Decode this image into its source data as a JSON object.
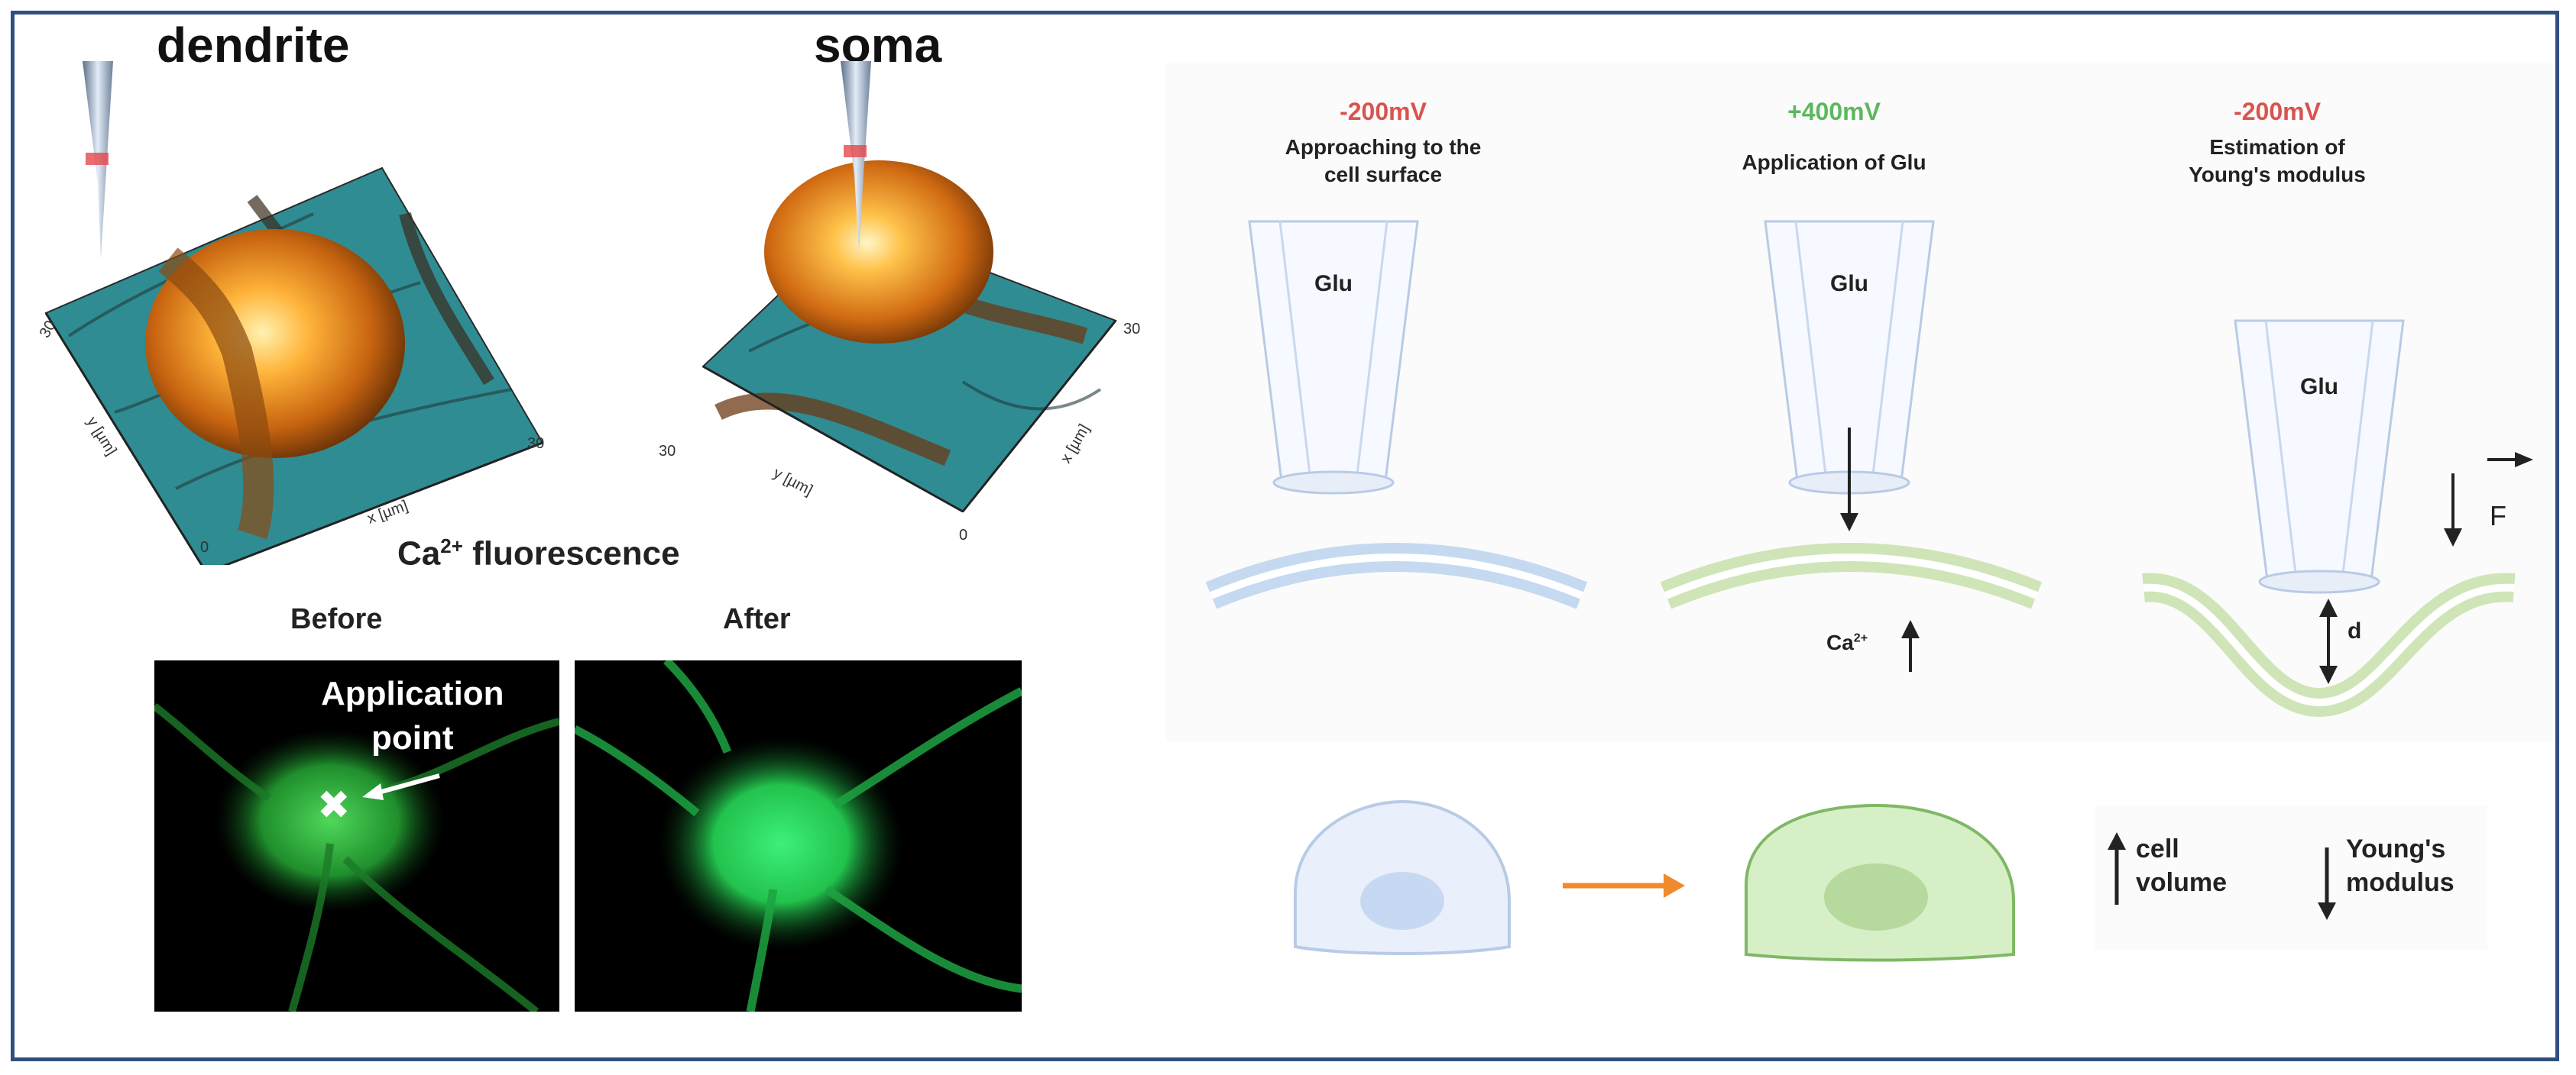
{
  "left": {
    "dendrite_title": "dendrite",
    "soma_title": "soma",
    "axis_x": "x [µm]",
    "axis_y": "y [µm]",
    "tick_zero": "0",
    "tick_max": "30",
    "fluor_prefix": "Ca",
    "fluor_sup": "2+",
    "fluor_suffix": " fluorescence",
    "before_label": "Before",
    "after_label": "After",
    "application_line1": "Application",
    "application_line2": "point"
  },
  "right": {
    "steps": [
      {
        "voltage": "-200mV",
        "voltage_color": "#d9534f",
        "line1": "Approaching to the",
        "line2": "cell surface"
      },
      {
        "voltage": "+400mV",
        "voltage_color": "#5cb85c",
        "line1": "Application of Glu",
        "line2": ""
      },
      {
        "voltage": "-200mV",
        "voltage_color": "#d9534f",
        "line1": "Estimation of",
        "line2": "Young's modulus"
      }
    ],
    "pipette_label": "Glu",
    "ca_label": "Ca",
    "ca_sup": "2+",
    "force_label": "F",
    "depth_label": "d",
    "cell_volume_line1": "cell",
    "cell_volume_line2": "volume",
    "young_line1": "Young's",
    "young_line2": "modulus"
  },
  "colors": {
    "frame": "#2f4f7f",
    "membrane_blue": "#c5d9f1",
    "membrane_green": "#cfe5b8",
    "cell_blue": "#e9f0fb",
    "cell_green": "#d7efc6",
    "arrow_orange": "#f08a2c",
    "fluor_green": "#2fd64a"
  }
}
